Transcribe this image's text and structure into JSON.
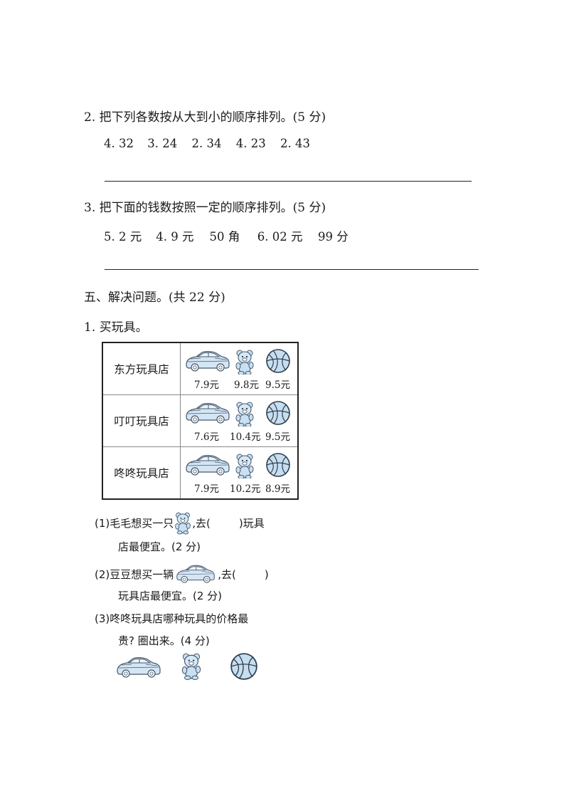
{
  "q2": {
    "title": "2. 把下列各数按从大到小的顺序排列。(5 分)",
    "numbers": [
      "4. 32",
      "3. 24",
      "2. 34",
      "4. 23",
      "2. 43"
    ]
  },
  "q3": {
    "title": "3. 把下面的钱数按照一定的顺序排列。(5 分)",
    "amounts": [
      "5. 2 元",
      "4. 9 元",
      "50 角",
      "6. 02 元",
      "99 分"
    ]
  },
  "section5": {
    "title": "五、解决问题。(共 22 分)"
  },
  "p1": {
    "title": "1. 买玩具。",
    "stores": [
      {
        "name": "东方玩具店",
        "car": "7.9元",
        "bear": "9.8元",
        "ball": "9.5元"
      },
      {
        "name": "叮叮玩具店",
        "car": "7.6元",
        "bear": "10.4元",
        "ball": "9.5元"
      },
      {
        "name": "咚咚玩具店",
        "car": "7.9元",
        "bear": "10.2元",
        "ball": "8.9元"
      }
    ],
    "sub1": {
      "a": "(1)毛毛想买一只",
      "b": ",去(",
      "c": ")玩具",
      "d": "店最便宜。(2 分)"
    },
    "sub2": {
      "a": "(2)豆豆想买一辆",
      "b": ",去(",
      "c": ")",
      "d": "玩具店最便宜。(2 分)"
    },
    "sub3": {
      "a": "(3)咚咚玩具店哪种玩具的价格最",
      "b": "贵? 圈出来。(4 分)"
    }
  },
  "icons": [
    "toy-car-icon",
    "teddy-bear-icon",
    "basketball-icon"
  ],
  "colors": {
    "toy_fill": "#cfe3f3",
    "toy_stroke": "#4a5d70"
  }
}
